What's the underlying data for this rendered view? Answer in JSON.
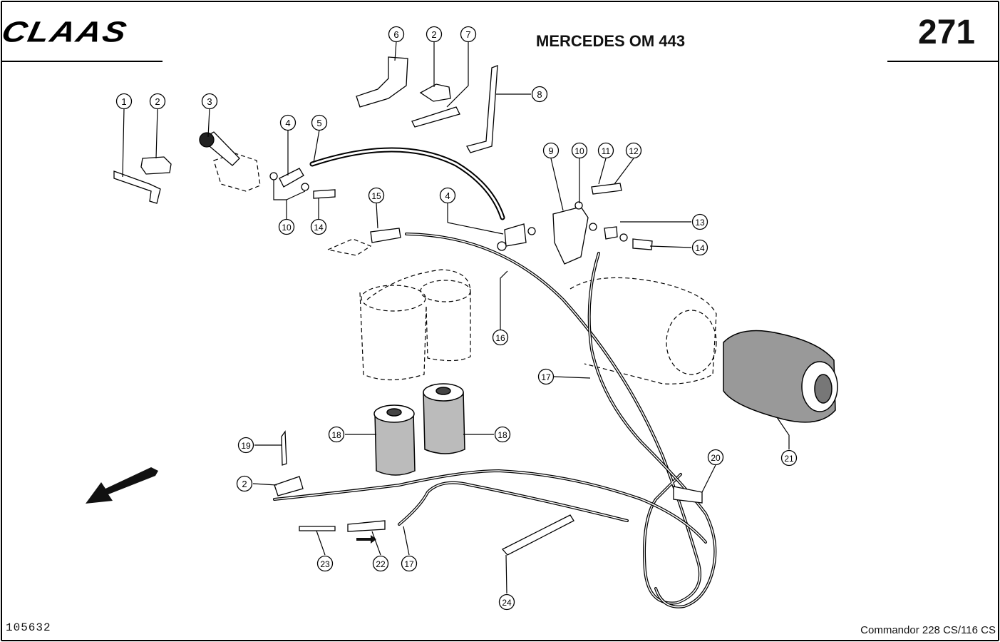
{
  "header": {
    "brand": "CLAAS",
    "title": "MERCEDES OM 443",
    "page_number": "271"
  },
  "footer": {
    "document_number": "105632",
    "model": "Commandor  228 CS/116 CS"
  },
  "callouts": [
    "1",
    "2",
    "3",
    "4",
    "5",
    "6",
    "2",
    "7",
    "8",
    "9",
    "10",
    "11",
    "12",
    "10",
    "14",
    "15",
    "4",
    "13",
    "14",
    "16",
    "17",
    "18",
    "18",
    "19",
    "2",
    "20",
    "21",
    "23",
    "22",
    "17",
    "24"
  ]
}
